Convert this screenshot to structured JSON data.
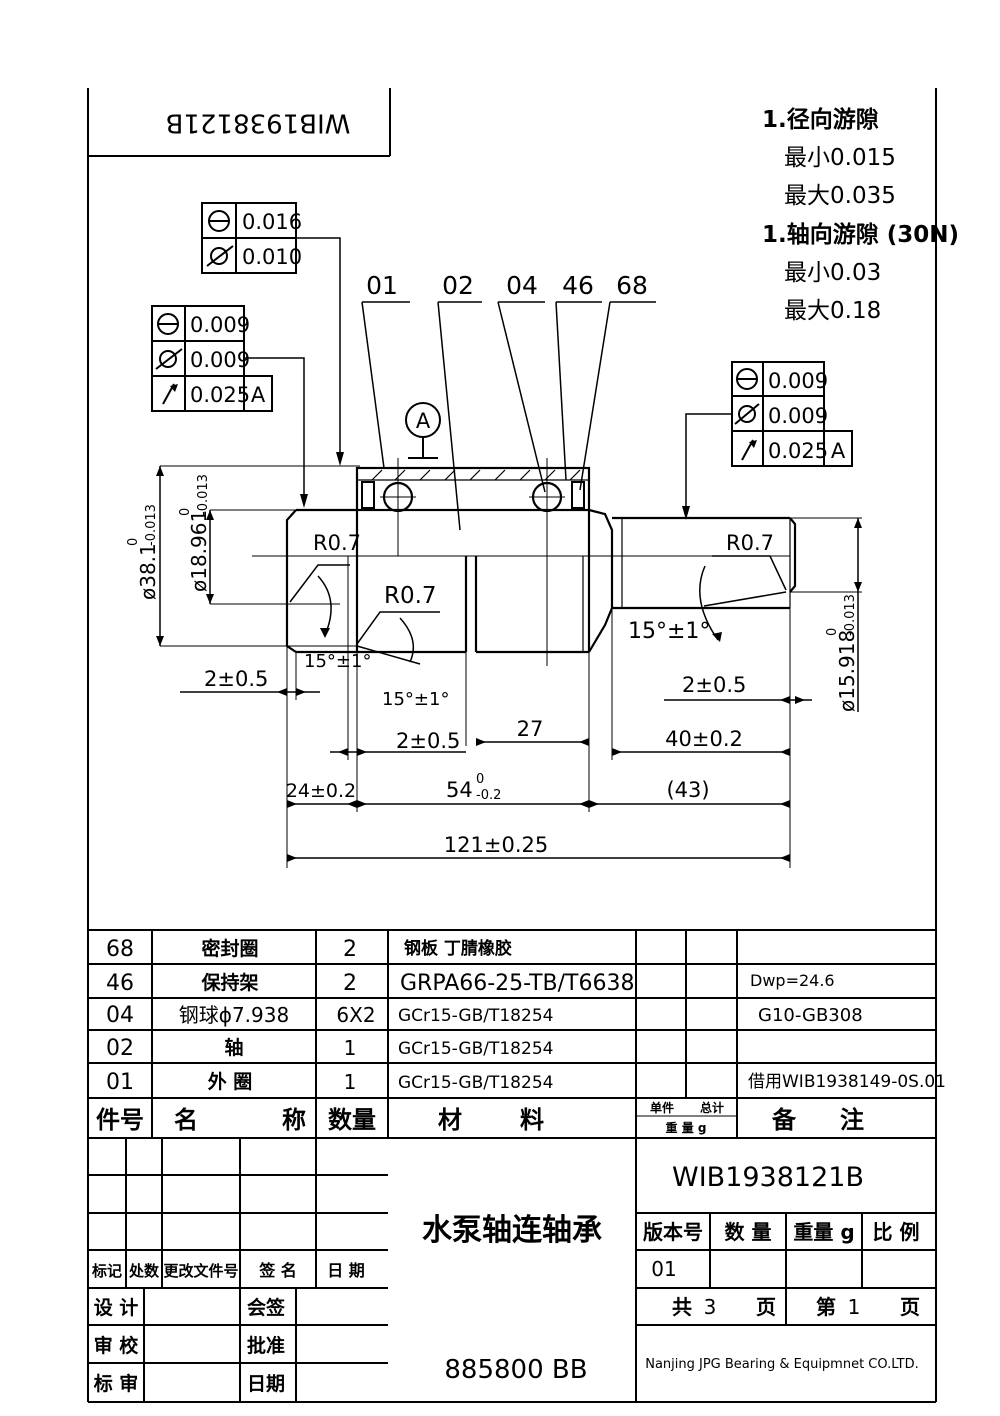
{
  "drawing_number_box": "WIB1938121B",
  "notes": {
    "radial_title": "1.径向游隙",
    "radial_min": "最小0.015",
    "radial_max": "最大0.035",
    "axial_title": "1.轴向游隙 (30N)",
    "axial_min": "最小0.03",
    "axial_max": "最大0.18"
  },
  "tolerance_frames": {
    "top": {
      "row1": "0.016",
      "row2": "0.010"
    },
    "left": {
      "row1": "0.009",
      "row2": "0.009",
      "row3": "0.025",
      "datum": "A"
    },
    "right": {
      "row1": "0.009",
      "row2": "0.009",
      "row3": "0.025",
      "datum": "A"
    }
  },
  "datum_label": "A",
  "balloons": [
    "01",
    "02",
    "04",
    "46",
    "68"
  ],
  "dimensions": {
    "dia_outer": "ø38.1",
    "dia_outer_tol_upper": "0",
    "dia_outer_tol_lower": "-0.013",
    "dia_shaft_left": "ø18.961",
    "dia_shaft_left_tol_upper": "0",
    "dia_shaft_left_tol_lower": "-0.013",
    "dia_shaft_right": "ø15.918",
    "dia_shaft_right_tol_upper": "0",
    "dia_shaft_right_tol_lower": "-0.013",
    "r_left": "R0.7",
    "r_mid": "R0.7",
    "r_right": "R0.7",
    "angle_left": "15°±1°",
    "angle_mid": "15°±1°",
    "angle_right": "15°±1°",
    "chamfer_left": "2±0.5",
    "chamfer_mid": "2±0.5",
    "chamfer_right": "2±0.5",
    "d27": "27",
    "d40": "40±0.2",
    "d24": "24±0.2",
    "d54": "54",
    "d54_tol_upper": "0",
    "d54_tol_lower": "-0.2",
    "d43": "(43)",
    "d121": "121±0.25"
  },
  "parts_table": {
    "rows": [
      {
        "no": "68",
        "name": "密封圈",
        "qty": "2",
        "material": "钢板  丁腈橡胶",
        "remark": ""
      },
      {
        "no": "46",
        "name": "保持架",
        "qty": "2",
        "material": "GRPA66-25-TB/T6638",
        "remark": "Dwp=24.6"
      },
      {
        "no": "04",
        "name": "钢球ϕ7.938",
        "qty": "6X2",
        "material": "GCr15-GB/T18254",
        "remark": "G10-GB308"
      },
      {
        "no": "02",
        "name": "轴",
        "qty": "1",
        "material": "GCr15-GB/T18254",
        "remark": ""
      },
      {
        "no": "01",
        "name": "外  圈",
        "qty": "1",
        "material": "GCr15-GB/T18254",
        "remark": "借用WIB1938149-0S.01"
      }
    ],
    "header": {
      "no": "件号",
      "name_a": "名",
      "name_b": "称",
      "qty": "数量",
      "material_a": "材",
      "material_b": "料",
      "unit_weight_a": "单件",
      "unit_weight_b": "重 量 g",
      "total_weight": "总计",
      "remark_a": "备",
      "remark_b": "注"
    }
  },
  "title_block": {
    "part_title": "水泵轴连轴承",
    "code": "885800  BB",
    "drawing_number": "WIB1938121B",
    "version_label": "版本号",
    "qty_label": "数 量",
    "weight_label": "重量 g",
    "scale_label": "比 例",
    "version_value": "01",
    "total_label": "共",
    "total_pages": "3",
    "page_label": "页",
    "nth_label": "第",
    "page_no": "1",
    "page_label2": "页",
    "company": "Nanjing JPG Bearing & Equipmnet CO.LTD.",
    "rev_labels": [
      "标记",
      "处数",
      "更改文件号",
      "签  名",
      "日 期"
    ],
    "sign_labels": [
      "设 计",
      "会签",
      "审 校",
      "批准",
      "标 审",
      "日期"
    ]
  }
}
